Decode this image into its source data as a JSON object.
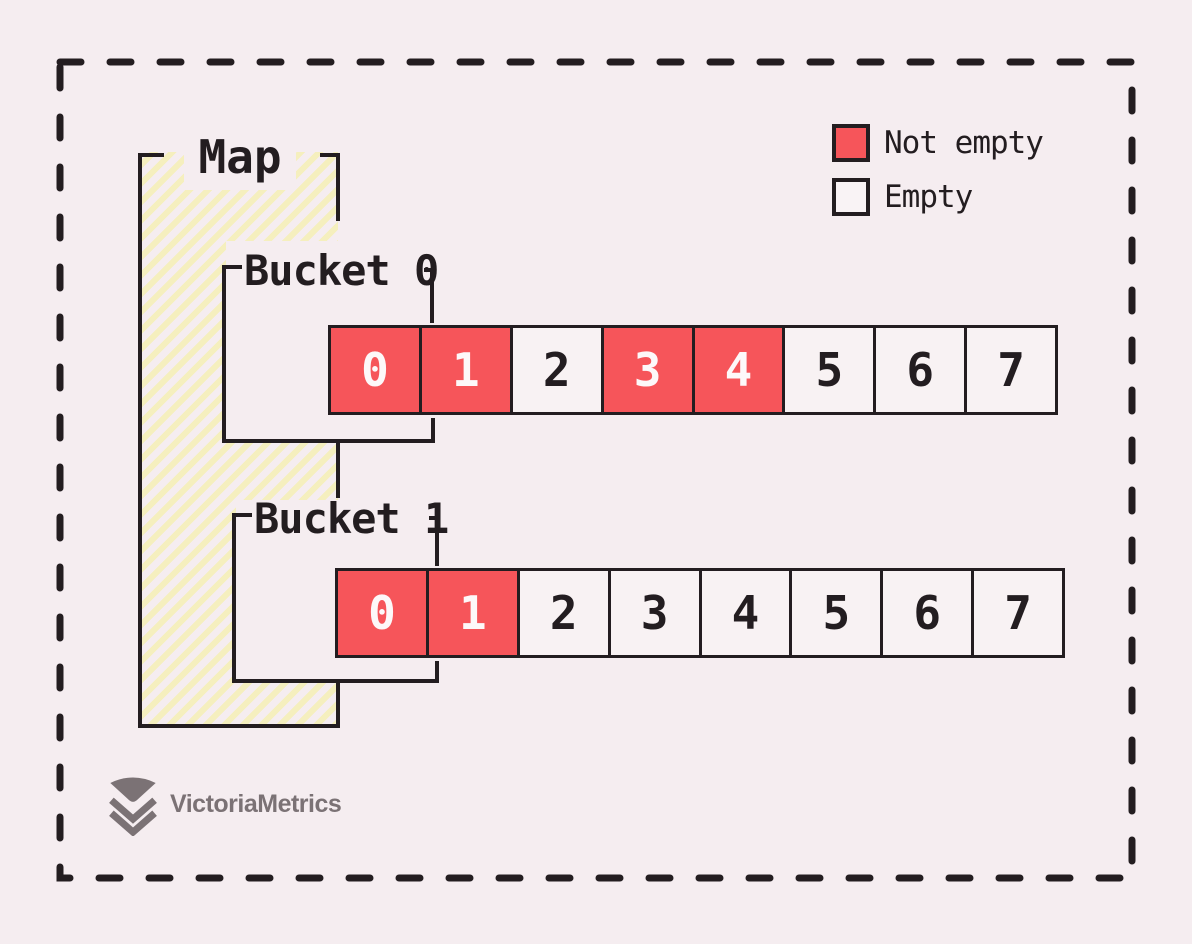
{
  "map": {
    "label": "Map"
  },
  "legend": {
    "items": [
      {
        "label": "Not empty",
        "filled": true
      },
      {
        "label": "Empty",
        "filled": false
      }
    ]
  },
  "buckets": [
    {
      "label": "Bucket 0",
      "cells": [
        {
          "value": "0",
          "filled": true
        },
        {
          "value": "1",
          "filled": true
        },
        {
          "value": "2",
          "filled": false
        },
        {
          "value": "3",
          "filled": true
        },
        {
          "value": "4",
          "filled": true
        },
        {
          "value": "5",
          "filled": false
        },
        {
          "value": "6",
          "filled": false
        },
        {
          "value": "7",
          "filled": false
        }
      ]
    },
    {
      "label": "Bucket 1",
      "cells": [
        {
          "value": "0",
          "filled": true
        },
        {
          "value": "1",
          "filled": true
        },
        {
          "value": "2",
          "filled": false
        },
        {
          "value": "3",
          "filled": false
        },
        {
          "value": "4",
          "filled": false
        },
        {
          "value": "5",
          "filled": false
        },
        {
          "value": "6",
          "filled": false
        },
        {
          "value": "7",
          "filled": false
        }
      ]
    }
  ],
  "brand": {
    "name": "VictoriaMetrics"
  },
  "colors": {
    "background": "#f5edf0",
    "line": "#231d20",
    "not_empty": "#f6555a",
    "empty": "#f9f3f5",
    "hatch": "#f5efbe",
    "brand_gray": "#7b7275"
  }
}
